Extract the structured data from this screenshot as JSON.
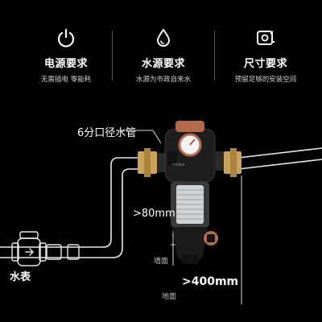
{
  "requirements": [
    {
      "icon": "power-icon",
      "title": "电源要求",
      "sub": "无需插电 零能耗"
    },
    {
      "icon": "water-drop-icon",
      "title": "水源要求",
      "sub": "水源为市政自来水"
    },
    {
      "icon": "tape-measure-icon",
      "title": "尺寸要求",
      "sub": "预留足够的安装空间"
    }
  ],
  "diagram": {
    "pipe_label": "6分口径水管",
    "wall_clearance": ">80mm",
    "wall_label": "墙面",
    "floor_clearance": ">400mm",
    "floor_label": "地面",
    "meter_label": "水表"
  },
  "brand_logo": "midea",
  "colors": {
    "background": "#000000",
    "pipe": "#ffffff",
    "brass": "#c9a35a",
    "filter_body": "#1c1c1c",
    "accent": "#b36b4a"
  }
}
